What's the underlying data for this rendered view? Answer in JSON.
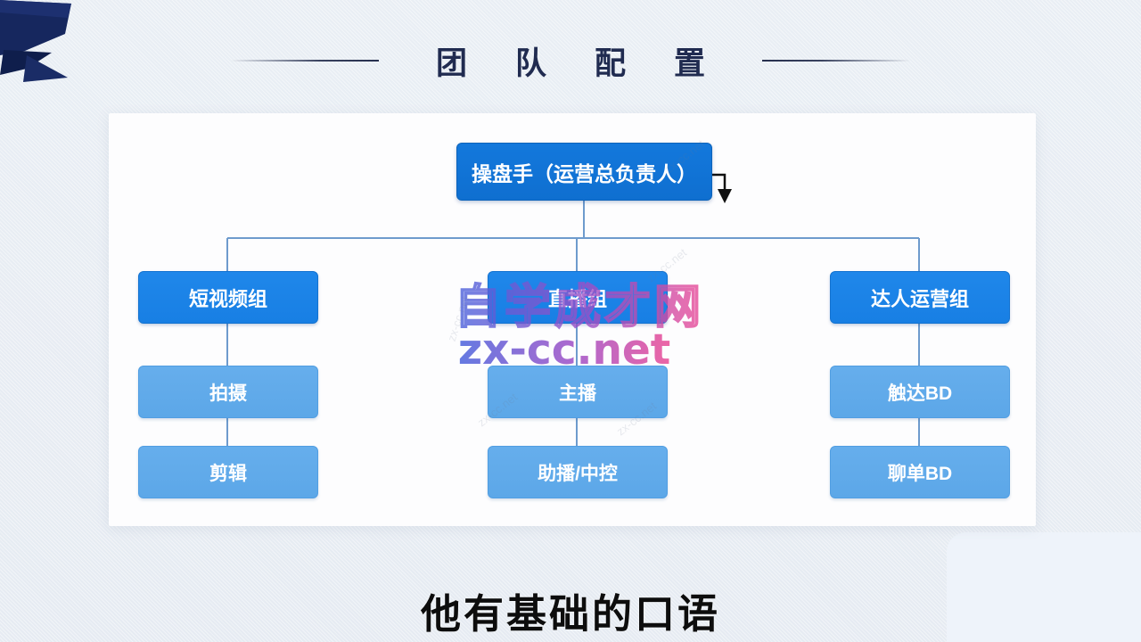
{
  "slide": {
    "title": "团队配置",
    "subtitle": "他有基础的口语"
  },
  "org_chart": {
    "root": "操盘手（运营总负责人）",
    "columns": [
      {
        "group": "短视频组",
        "children": [
          "拍摄",
          "剪辑"
        ]
      },
      {
        "group": "直播组",
        "children": [
          "主播",
          "助播/中控"
        ]
      },
      {
        "group": "达人运营组",
        "children": [
          "触达BD",
          "聊单BD"
        ]
      }
    ]
  },
  "watermark": {
    "site_name": "自学成才网",
    "site_url": "zx-cc.net"
  },
  "icons": {
    "elbow_arrow": "black elbow arrow pointing down",
    "ribbon": "dark navy folded ribbon decoration"
  },
  "colors": {
    "background": "#e8edf3",
    "card": "#fdfdfe",
    "root_box": "#1173d6",
    "group_box": "#1b83e8",
    "leaf_box": "#60aae9",
    "connector": "#6e9bcd",
    "title_text": "#202b50",
    "ribbon_navy": "#16275e",
    "watermark_blue": "#4a63dd",
    "watermark_pink": "#ea4b96",
    "subtitle_text": "#0d0d0d"
  }
}
